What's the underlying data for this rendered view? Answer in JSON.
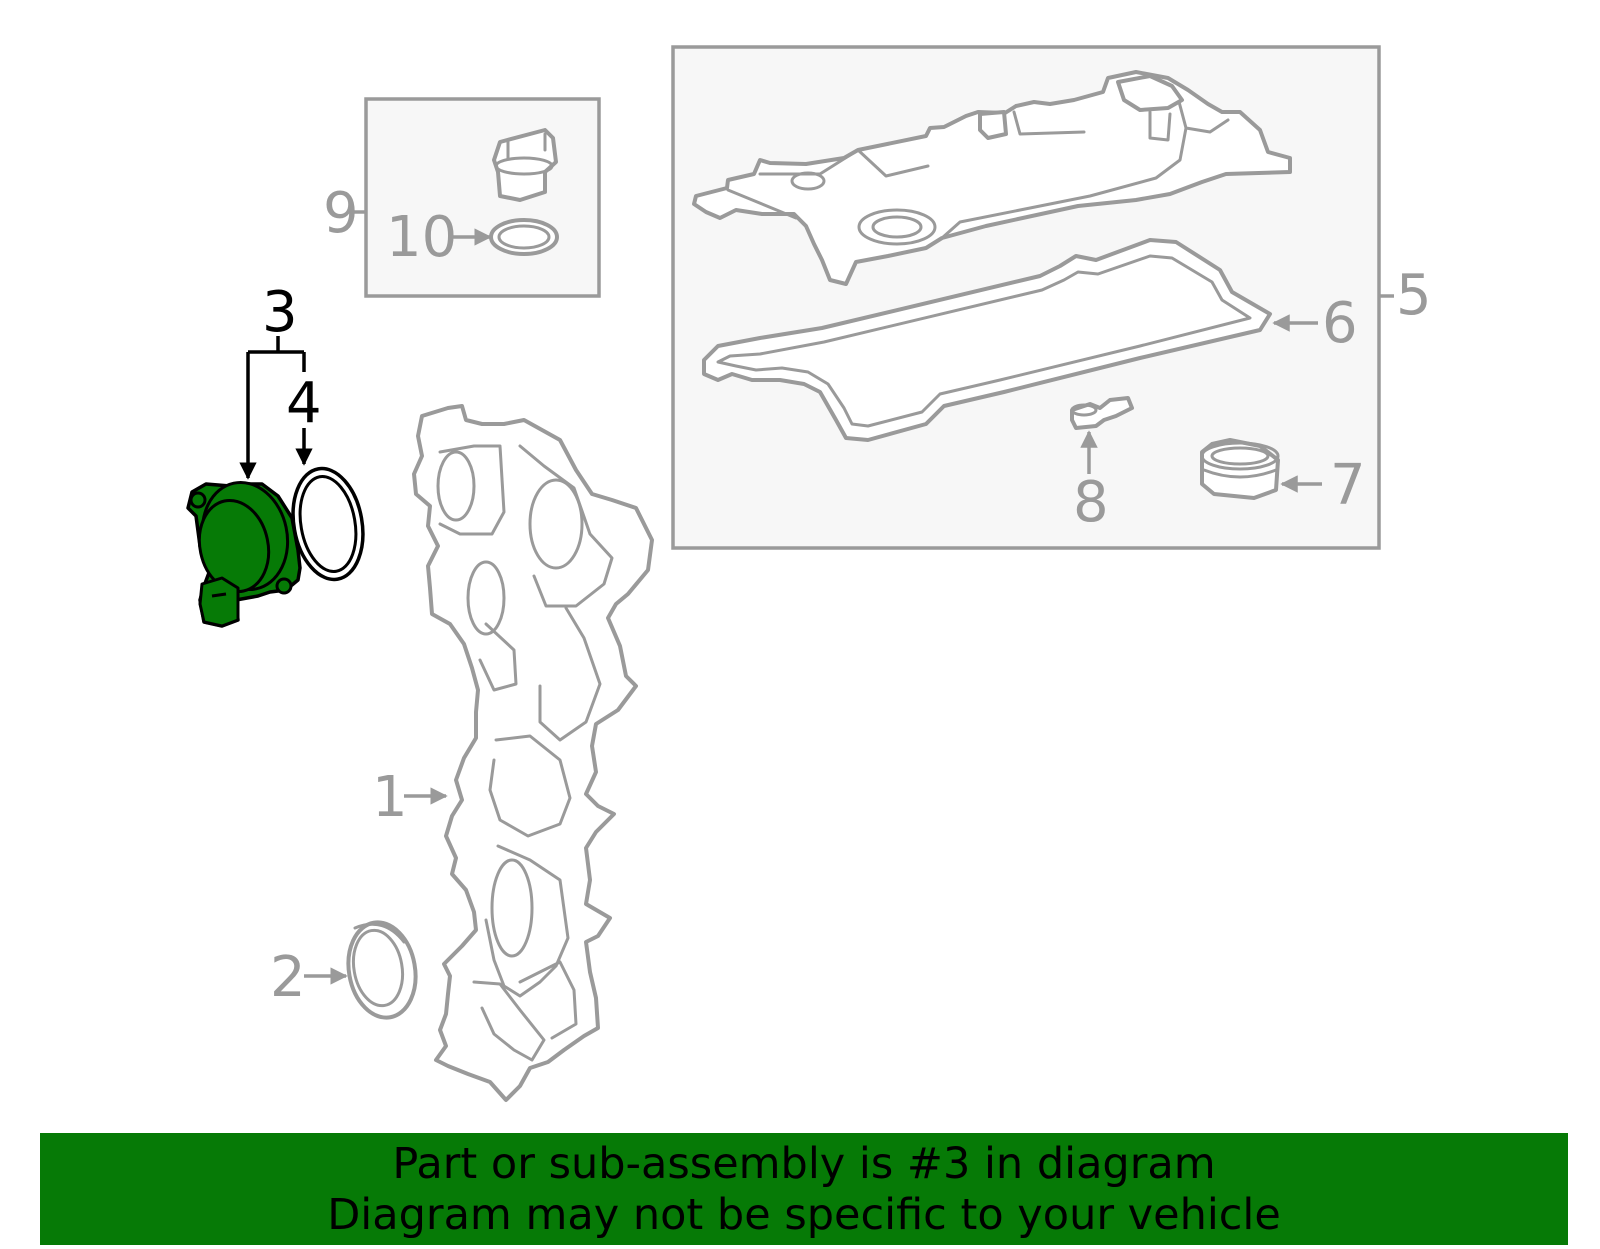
{
  "colors": {
    "part_line": "#9a9a9a",
    "highlight": "#067a06",
    "banner_bg": "#067a06",
    "box_fill": "#f7f7f7"
  },
  "callouts": {
    "c1": "1",
    "c2": "2",
    "c3": "3",
    "c4": "4",
    "c5": "5",
    "c6": "6",
    "c7": "7",
    "c8": "8",
    "c9": "9",
    "c10": "10"
  },
  "highlighted_part": "3",
  "banner": {
    "line1": "Part or sub-assembly is #3 in diagram",
    "line2": "Diagram may not be specific to your vehicle"
  }
}
